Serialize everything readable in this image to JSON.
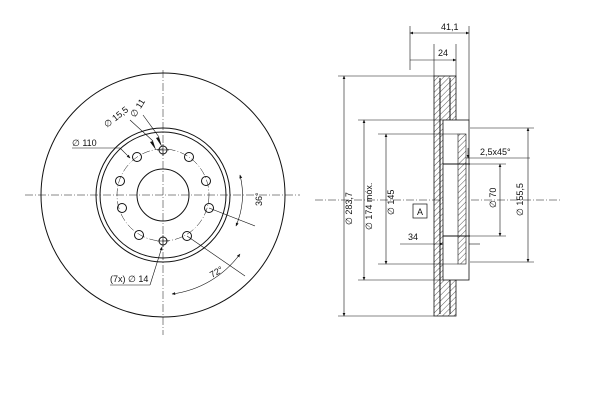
{
  "front_view": {
    "dims": {
      "bolt_hole_dia": "∅ 11",
      "center_hole_dia": "∅ 15,5",
      "pcd": "∅ 110",
      "holes_spec": "(7x) ∅ 14",
      "angle_36": "36°",
      "angle_72": "72°"
    }
  },
  "side_view": {
    "dims": {
      "total_height": "41,1",
      "disc_thickness": "24",
      "chamfer": "2,5x45°",
      "outer_dia": "∅ 283,7",
      "friction_inner_dia": "∅ 174 móx.",
      "hub_dia": "∅ 145",
      "bore_dia": "∅ 70",
      "hat_dia": "∅ 155,5",
      "hat_depth": "34",
      "ref_marker": "A"
    }
  }
}
